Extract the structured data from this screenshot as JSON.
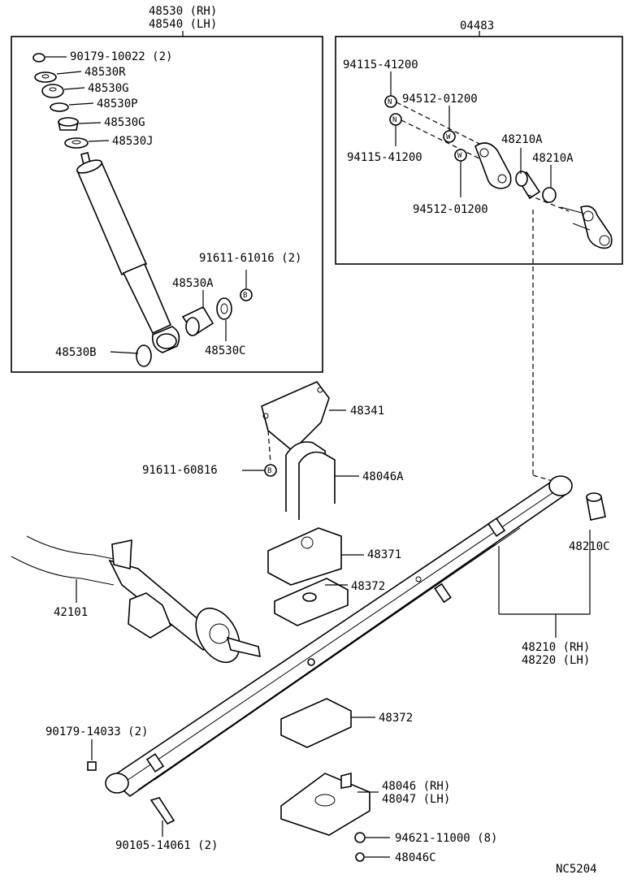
{
  "labels": {
    "shock_rh": "48530 (RH)",
    "shock_lh": "48540 (LH)",
    "n_90179_10022": "90179-10022 (2)",
    "n_48530R": "48530R",
    "n_48530G_a": "48530G",
    "n_48530P": "48530P",
    "n_48530G_b": "48530G",
    "n_48530J": "48530J",
    "n_91611_61016": "91611-61016 (2)",
    "n_48530A": "48530A",
    "n_48530B": "48530B",
    "n_48530C": "48530C",
    "kit_04483": "04483",
    "n_94115_41200_a": "94115-41200",
    "n_94512_01200_a": "94512-01200",
    "n_48210A_a": "48210A",
    "n_48210A_b": "48210A",
    "n_94115_41200_b": "94115-41200",
    "n_94512_01200_b": "94512-01200",
    "n_48341": "48341",
    "n_91611_60816": "91611-60816",
    "n_48046A": "48046A",
    "n_48371": "48371",
    "n_48372_a": "48372",
    "n_48210C": "48210C",
    "n_42101": "42101",
    "spring_rh": "48210 (RH)",
    "spring_lh": "48220 (LH)",
    "n_90179_14033": "90179-14033 (2)",
    "n_48372_b": "48372",
    "n_48046_rh": "48046 (RH)",
    "n_48047_lh": "48047 (LH)",
    "n_90105_14061": "90105-14061 (2)",
    "n_94621_11000": "94621-11000 (8)",
    "n_48046C": "48046C",
    "diagram_code": "NC5204"
  },
  "symbols": {
    "nut": "N",
    "washer": "W",
    "bolt": "B"
  }
}
